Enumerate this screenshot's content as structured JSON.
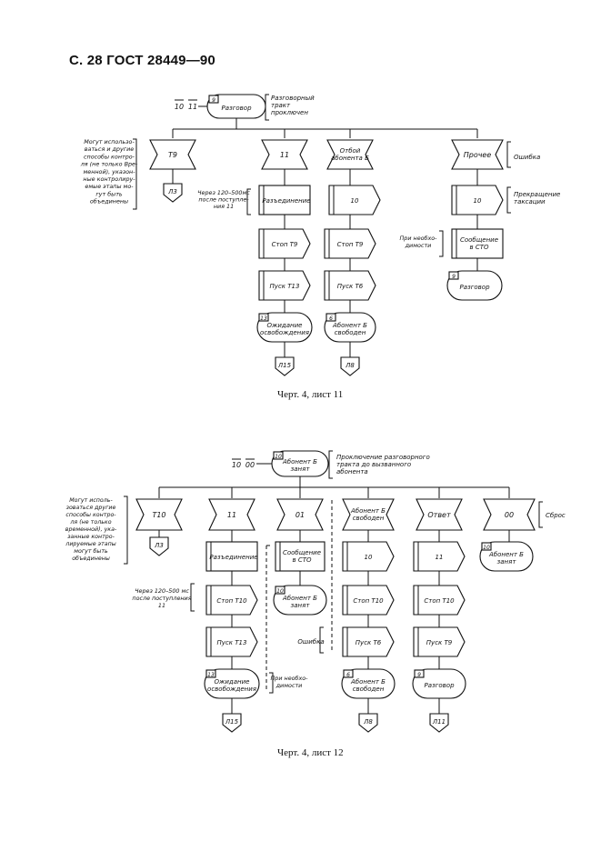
{
  "header": "С. 28 ГОСТ 28449—90",
  "sheet11": {
    "caption": "Черт. 4, лист 11",
    "top_inputs": [
      "10",
      "11"
    ],
    "top_state_num": "9",
    "top_state": "Разговор",
    "top_note": [
      "Разговорный",
      "тракт",
      "проключен"
    ],
    "left_note": [
      "Могут использо-",
      "ваться и другие",
      "способы контро-",
      "ля (не только Вре-",
      "менной), указон-",
      "ные контролиру-",
      "емые этапы мо-",
      "гут быть",
      "объединены"
    ],
    "branches": {
      "t9": "T9",
      "l3": "Л3",
      "in11": "11",
      "delay_note": [
        "Через 120–500мс",
        "после поступле-",
        "ния 11"
      ],
      "razed": "Разъединение",
      "stop_t9": "Стоп T9",
      "pusk_t13": "Пуск T13",
      "wait_num": "13",
      "wait": [
        "Ожидание",
        "освобождения"
      ],
      "l15": "Л15",
      "otboy": [
        "Отбой",
        "абонента Б"
      ],
      "in10": "10",
      "stop_t9b": "Стоп T9",
      "pusk_t6": "Пуск T6",
      "free_num": "6",
      "free": [
        "Абонент Б",
        "свободен"
      ],
      "l8": "Л8",
      "prochee": "Прочее",
      "oshibka": "Ошибка",
      "in10b": "10",
      "prekr": [
        "Прекращение",
        "таксации"
      ],
      "need_note": [
        "При необхо-",
        "димости"
      ],
      "msg": [
        "Сообщение",
        "в СТО"
      ],
      "talk_num": "9",
      "talk": "Разговор"
    }
  },
  "sheet12": {
    "caption": "Черт. 4, лист 12",
    "top_inputs": [
      "10",
      "00"
    ],
    "top_state_num": "10",
    "top_state": [
      "Абонент Б",
      "занят"
    ],
    "top_note": [
      "Проключение разговорного",
      "тракта до вызванного",
      "абонента"
    ],
    "left_note": [
      "Могут исполь-",
      "зоваться другие",
      "способы контро-",
      "ля (не только",
      "временной), ука-",
      "занные контро-",
      "лируемые этапы",
      "могут быть",
      "объединены"
    ],
    "branches": {
      "t10": "T10",
      "l3": "Л3",
      "in11": "11",
      "razed": "Разъединение",
      "delay_note": [
        "Через 120–500 мс",
        "после поступления",
        "11"
      ],
      "stop_t10": "Стоп T10",
      "pusk_t13": "Пуск T13",
      "wait_num": "13",
      "wait": [
        "Ожидание",
        "освобождения"
      ],
      "l15": "Л15",
      "in01": "01",
      "msg": [
        "Сообщение",
        "в СТО"
      ],
      "busy_num": "10",
      "busy": [
        "Абонент Б",
        "занят"
      ],
      "oshibka": "Ошибка",
      "need_note": [
        "При необхо-",
        "димости"
      ],
      "free_in": [
        "Абонент Б",
        "свободен"
      ],
      "in10": "10",
      "stop_t10b": "Стоп T10",
      "pusk_t6": "Пуск T6",
      "free_num": "6",
      "free": [
        "Абонент Б",
        "свободен"
      ],
      "l8": "Л8",
      "otvet": "Ответ",
      "in11b": "11",
      "stop_t10c": "Стоп T10",
      "pusk_t9": "Пуск T9",
      "talk_num": "9",
      "talk": "Разговор",
      "l11": "Л11",
      "in00": "00",
      "sbros": "Сброс",
      "busy2_num": "10",
      "busy2": [
        "Абонент Б",
        "занят"
      ]
    }
  }
}
